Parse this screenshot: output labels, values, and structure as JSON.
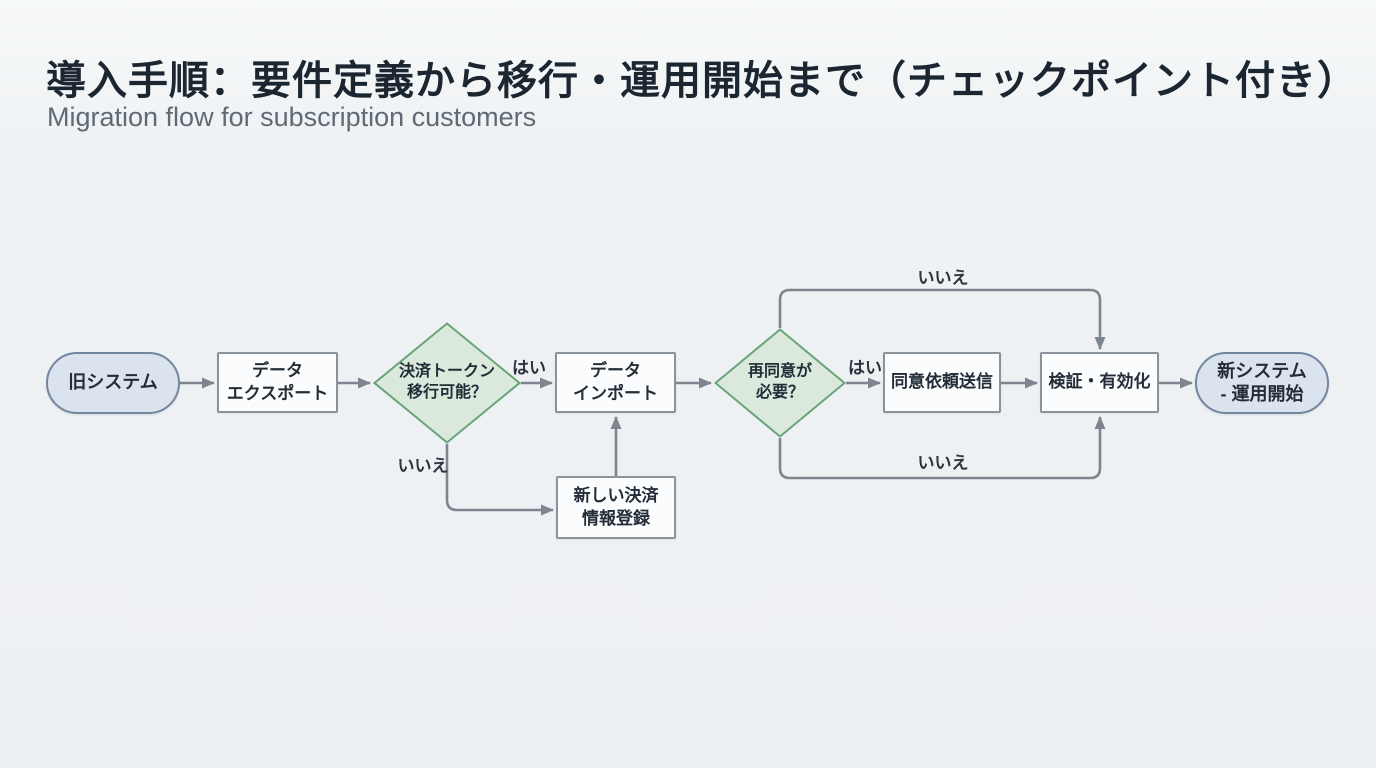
{
  "page": {
    "title": "導入手順：要件定義から移行・運用開始まで（チェックポイント付き）",
    "subtitle": "Migration flow for subscription customers"
  },
  "colors": {
    "background": "#eff2f4",
    "arrow": "#7d858e",
    "process-fill": "#fbfcfd",
    "process-border": "#8a929b",
    "decision-fill": "#dbe9dd",
    "decision-border": "#69a377",
    "terminal-fill": "#dbe3ee",
    "terminal-border": "#73869f",
    "text": "#232d38",
    "subtitle-text": "#5f6a74"
  },
  "flow": {
    "nodes": [
      {
        "id": "old-system",
        "type": "terminal",
        "label": "旧システム"
      },
      {
        "id": "data-export",
        "type": "process",
        "label": "データ\nエクスポート"
      },
      {
        "id": "token-migratable",
        "type": "decision",
        "label": "決済トークン\n移行可能？"
      },
      {
        "id": "data-import",
        "type": "process",
        "label": "データ\nインポート"
      },
      {
        "id": "new-payment-registration",
        "type": "process",
        "label": "新しい決済\n情報登録"
      },
      {
        "id": "reconsent-needed",
        "type": "decision",
        "label": "再同意が\n必要？"
      },
      {
        "id": "send-consent-request",
        "type": "process",
        "label": "同意依頼送信"
      },
      {
        "id": "verify-activate",
        "type": "process",
        "label": "検証・有効化"
      },
      {
        "id": "new-system-start",
        "type": "terminal",
        "label": "新システム\n- 運用開始"
      }
    ],
    "edge_labels": {
      "token_yes": "はい",
      "token_no": "いいえ",
      "reconsent_yes": "はい",
      "reconsent_no_top": "いいえ",
      "reconsent_no_bottom": "いいえ"
    }
  }
}
